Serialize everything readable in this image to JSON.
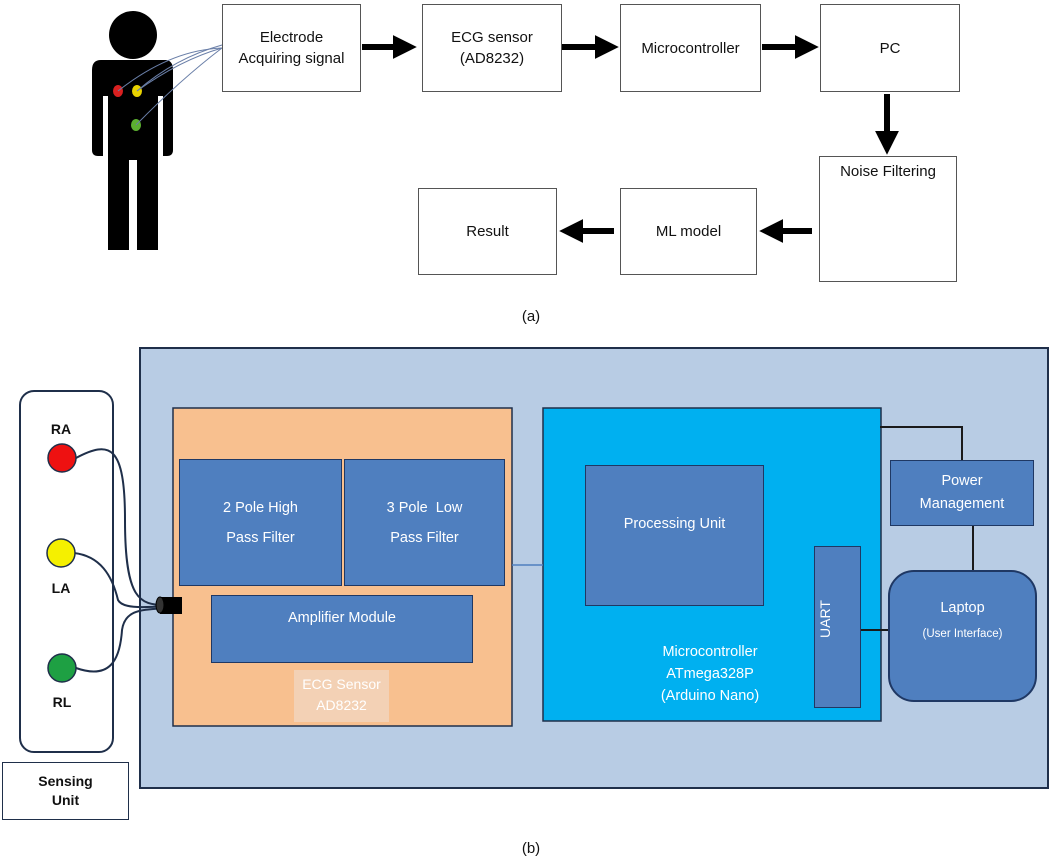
{
  "panel_a": {
    "caption": "(a)",
    "electrode_box": {
      "line1": "Electrode",
      "line2": "Acquiring signal"
    },
    "ecg_box": {
      "line1": "ECG sensor",
      "line2": "(AD8232)"
    },
    "mcu_box": "Microcontroller",
    "pc_box": "PC",
    "noise_box": "Noise Filtering",
    "ml_box": "ML model",
    "result_box": "Result",
    "electrode_colors": [
      "#d92020",
      "#e8d200",
      "#5cb030"
    ]
  },
  "panel_b": {
    "caption": "(b)",
    "sensing": {
      "ra": "RA",
      "la": "LA",
      "rl": "RL",
      "label_line1": "Sensing",
      "label_line2": "Unit",
      "colors": {
        "ra": "#ee1111",
        "la": "#f5f000",
        "rl": "#1ea043"
      }
    },
    "ecg_sensor": {
      "hp_line1": "2 Pole High",
      "hp_line2": "Pass Filter",
      "lp_line1": "3 Pole  Low",
      "lp_line2": "Pass Filter",
      "amp": "Amplifier Module",
      "label_line1": "ECG Sensor",
      "label_line2": "AD8232"
    },
    "mcu": {
      "processing": "Processing Unit",
      "uart": "UART",
      "label_line1": "Microcontroller",
      "label_line2": "ATmega328P",
      "label_line3": "(Arduino Nano)"
    },
    "power": {
      "line1": "Power",
      "line2": "Management"
    },
    "laptop": {
      "line1": "Laptop",
      "line2": "(User Interface)"
    },
    "colors": {
      "outer_bg": "#b8cce4",
      "ecg_bg": "#f8c08f",
      "mcu_bg": "#00b0f0",
      "block_bg": "#4f7fbf"
    }
  }
}
